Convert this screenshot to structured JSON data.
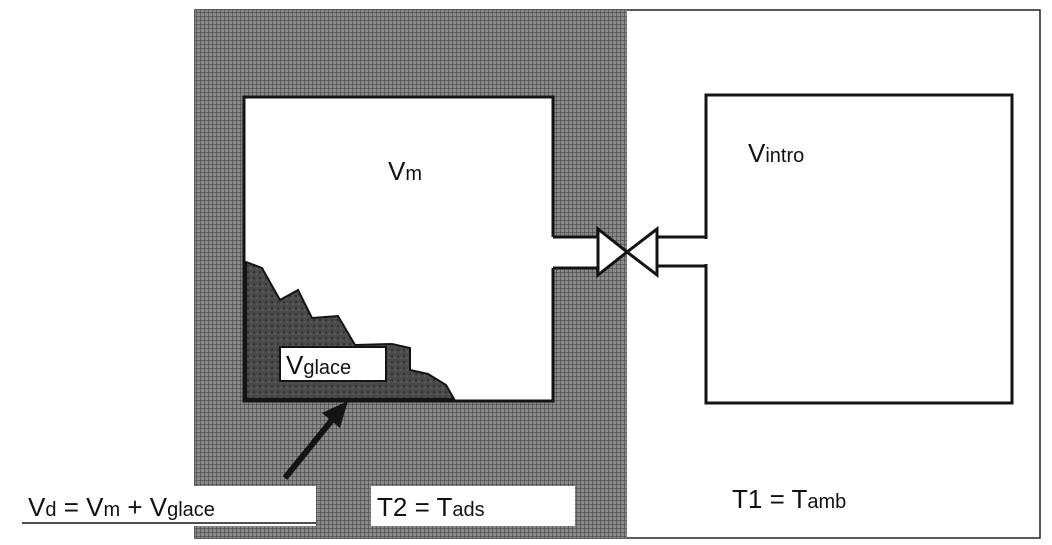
{
  "diagram": {
    "chambers": {
      "measurement": {
        "symbol": "V",
        "subscript": "m"
      },
      "intro": {
        "symbol": "V",
        "subscript": "intro"
      }
    },
    "ice_label": {
      "symbol": "V",
      "subscript": "glace"
    },
    "temperatures": {
      "cold_zone": {
        "prefix": "T2 = T",
        "subscript": "ads"
      },
      "ambient": {
        "prefix": "T1 = T",
        "subscript": "amb"
      }
    },
    "dead_volume_equation": {
      "lhs_symbol": "V",
      "lhs_sub": "d",
      "mid": " = V",
      "mid_sub": "m",
      "plus": " + V",
      "rhs_sub": "glace"
    },
    "colors": {
      "cryostat_fill": "#6f6f6f",
      "ice_fill": "#3f3f3f",
      "line": "#141414",
      "background": "#ffffff"
    },
    "icons": [
      "valve-icon",
      "arrow-icon"
    ]
  }
}
